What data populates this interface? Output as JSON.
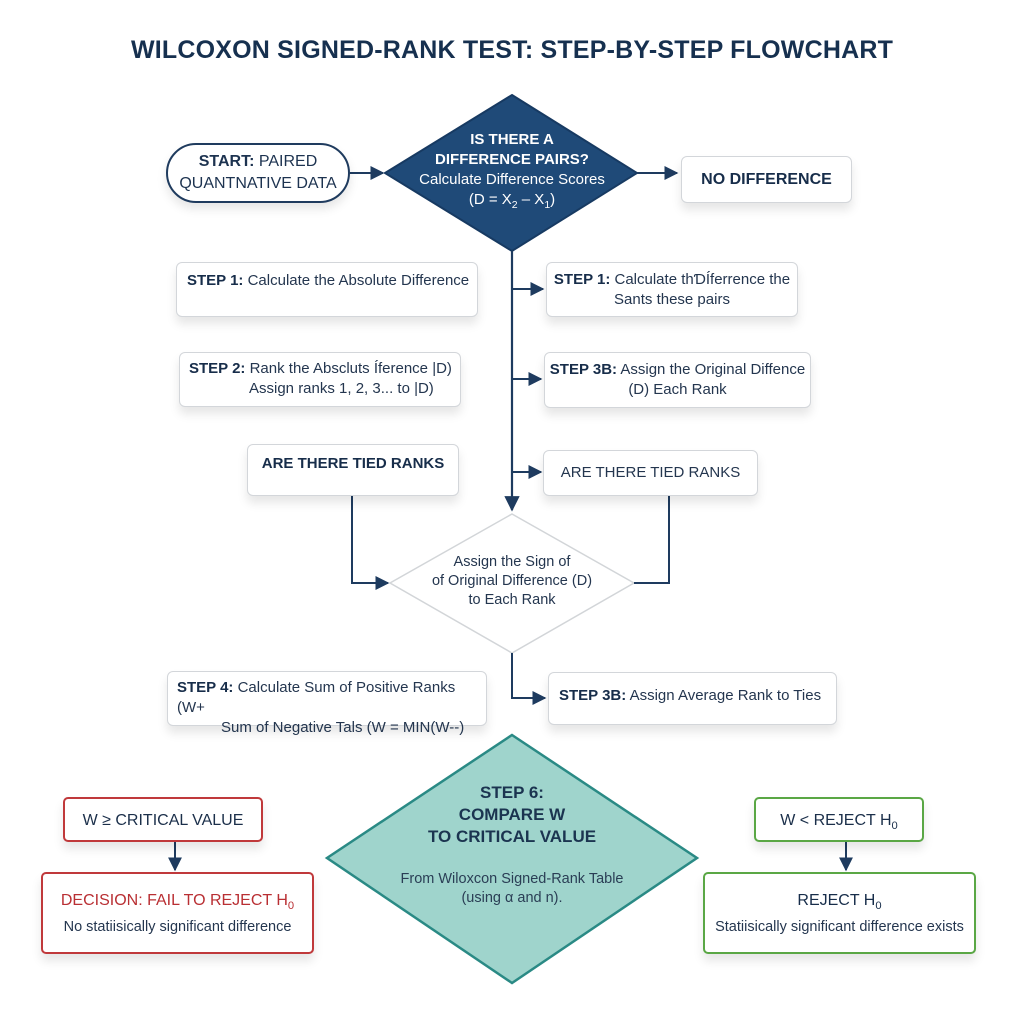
{
  "title": "WILCOXON SIGNED-RANK TEST: STEP-BY-STEP FLOWCHART",
  "colors": {
    "navy": "#1f4a78",
    "line": "#1e3b5f",
    "teal_fill": "#9fd4cc",
    "teal_border": "#2a8a85",
    "red": "#c0393b",
    "green": "#5aa745"
  },
  "nodes": {
    "start": {
      "bold": "START:",
      "text1": "PAIRED",
      "text2": "QUANTNATIVE DATA"
    },
    "decision_top": {
      "line1": "IS THERE A",
      "line2": "DIFFERENCE PAIRS?",
      "line3": "Calculate Difference Scores",
      "line4_pre": "(D = X",
      "sub1": "2",
      "line4_mid": " – X",
      "sub2": "1",
      "line4_post": ")"
    },
    "no_difference": {
      "text": "NO DIFFERENCE"
    },
    "left_step1": {
      "bold": "STEP 1:",
      "text": "Calculate the Absolute Difference"
    },
    "left_step2": {
      "bold": "STEP 2:",
      "text1": "Rank the Abscluts Íference |D)",
      "text2": "Assign ranks 1, 2, 3... to |D)"
    },
    "left_tied": {
      "text": "ARE THERE TIED RANKS"
    },
    "right_step1": {
      "bold": "STEP 1:",
      "text1": "Calculate thƊÍferrence the",
      "text2": "Sants these pairs"
    },
    "right_step3b": {
      "bold": "STEP 3B:",
      "text1": "Assign the Original Diffence",
      "text2": "(D) Each Rank"
    },
    "right_tied": {
      "text": "ARE THERE TIED RANKS"
    },
    "sign_diamond": {
      "line1": "Assign the Sign of",
      "line2": "of Original Difference (D)",
      "line3": "to Each Rank"
    },
    "step4": {
      "bold": "STEP 4:",
      "text1": "Calculate Sum of Positive Ranks (W+",
      "text2": "Sum of Negative Tals (W = MIN(W--)"
    },
    "step3b_ties": {
      "bold": "STEP 3B:",
      "text": "Assign Average Rank to Ties"
    },
    "step6": {
      "line1": "STEP 6:",
      "line2": "COMPARE W",
      "line3": "TO CRITICAL VALUE",
      "line4": "From Wiloxcon Signed-Rank Table",
      "line5": "(using α and n)."
    },
    "w_ge": {
      "text": "W ≥ CRITICAL VALUE"
    },
    "fail_reject": {
      "bold_pre": "DECISION: FAIL TO REJECT H",
      "sub": "0",
      "text": "No statiisically significant difference"
    },
    "w_lt": {
      "pre": "W < REJECT H",
      "sub": "0"
    },
    "reject": {
      "bold_pre": "REJECT H",
      "sub": "0",
      "text": "Statiisically significant difference exists"
    }
  }
}
